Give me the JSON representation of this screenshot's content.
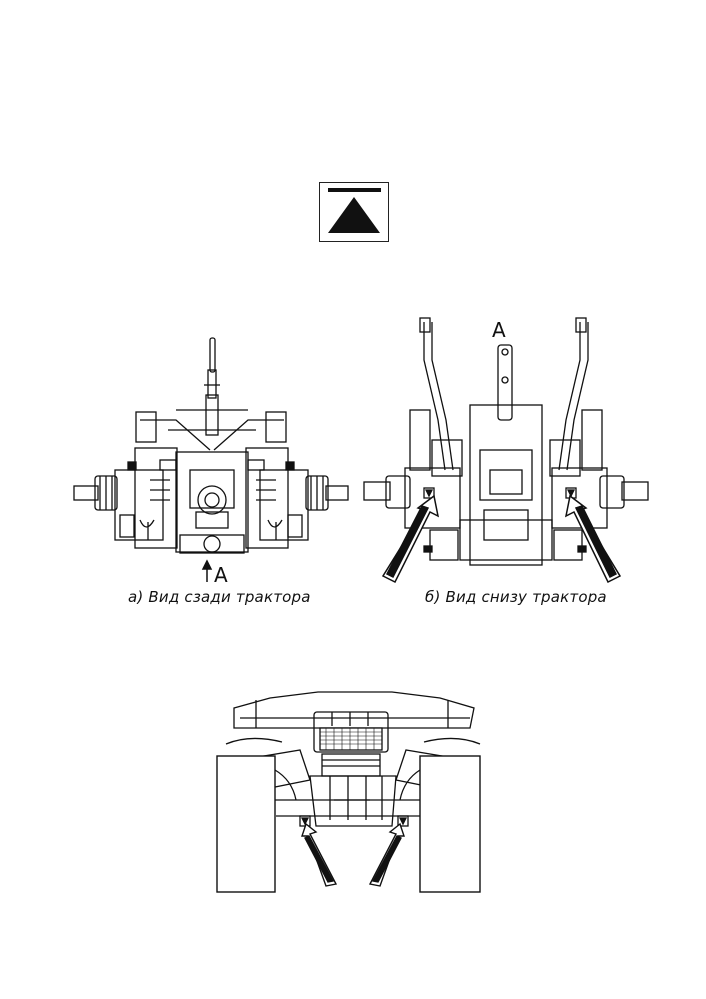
{
  "symbol": {
    "icon": "lift-up-triangle-icon"
  },
  "figures": {
    "rear_view_caption": "а) Вид сзади трактора",
    "bottom_view_caption": "б) Вид снизу трактора",
    "rear_marker": "А",
    "bottom_marker": "А"
  },
  "colors": {
    "ink": "#111111",
    "paper": "#ffffff"
  }
}
